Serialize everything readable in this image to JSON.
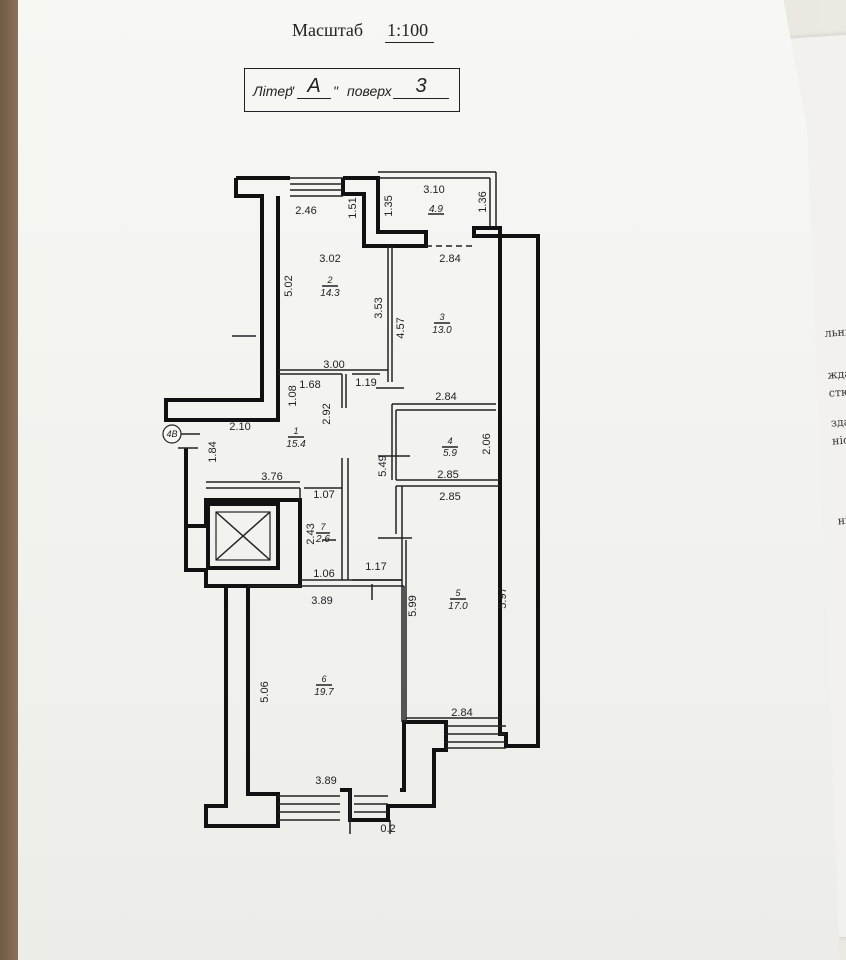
{
  "header": {
    "scale_label": "Масштаб",
    "scale_value": "1:100"
  },
  "liter_box": {
    "liter_label": "Літер",
    "liter_quote_open": "\"",
    "liter_value": "А",
    "liter_quote_close": "\"",
    "floor_label": "поверх",
    "floor_value": "3"
  },
  "plan": {
    "axis_marker": "4В",
    "rooms": [
      {
        "number": "1",
        "area": "15.4"
      },
      {
        "number": "2",
        "area": "14.3"
      },
      {
        "number": "3",
        "area": "13.0"
      },
      {
        "number": "4",
        "area": "5.9"
      },
      {
        "number": "5",
        "area": "17.0"
      },
      {
        "number": "6",
        "area": "19.7"
      },
      {
        "number": "7",
        "area": "2.6"
      }
    ],
    "balcony_area": "4.9",
    "dimensions": {
      "d_2_46": "2.46",
      "d_1_51": "1.51",
      "d_1_35": "1.35",
      "d_3_10": "3.10",
      "d_1_36": "1.36",
      "d_3_02": "3.02",
      "d_5_02": "5.02",
      "d_3_53": "3.53",
      "d_2_84_a": "2.84",
      "d_4_57": "4.57",
      "d_3_00": "3.00",
      "d_1_68": "1.68",
      "d_1_08": "1.08",
      "d_1_19": "1.19",
      "d_2_92": "2.92",
      "d_2_84_b": "2.84",
      "d_2_10": "2.10",
      "d_1_84": "1.84",
      "d_2_06": "2.06",
      "d_5_49": "5.49",
      "d_3_76": "3.76",
      "d_2_85_a": "2.85",
      "d_2_85_b": "2.85",
      "d_1_07": "1.07",
      "d_2_43": "2.43",
      "d_1_06": "1.06",
      "d_1_17": "1.17",
      "d_3_89_a": "3.89",
      "d_5_99": "5.99",
      "d_5_97": "5.97",
      "d_5_06": "5.06",
      "d_2_84_c": "2.84",
      "d_3_89_b": "3.89",
      "d_0_2": "0.2"
    }
  },
  "side_sheet": {
    "fragments": [
      "льний",
      "ждан",
      "стю \"",
      "здан",
      "ніст",
      "ніс"
    ]
  }
}
